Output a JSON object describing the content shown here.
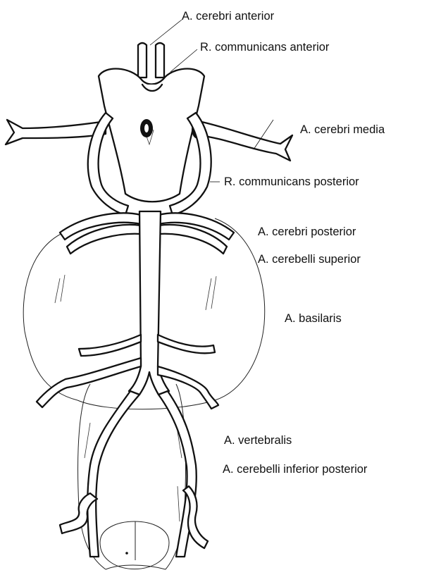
{
  "labels": {
    "cerebri_anterior": "A. cerebri anterior",
    "communicans_anterior": "R. communicans anterior",
    "cerebri_media": "A. cerebri media",
    "communicans_posterior": "R. communicans posterior",
    "cerebri_posterior": "A. cerebri posterior",
    "cerebelli_superior": "A. cerebelli superior",
    "basilaris": "A. basilaris",
    "vertebralis": "A. vertebralis",
    "cerebelli_inferior_posterior": "A. cerebelli inferior posterior"
  }
}
